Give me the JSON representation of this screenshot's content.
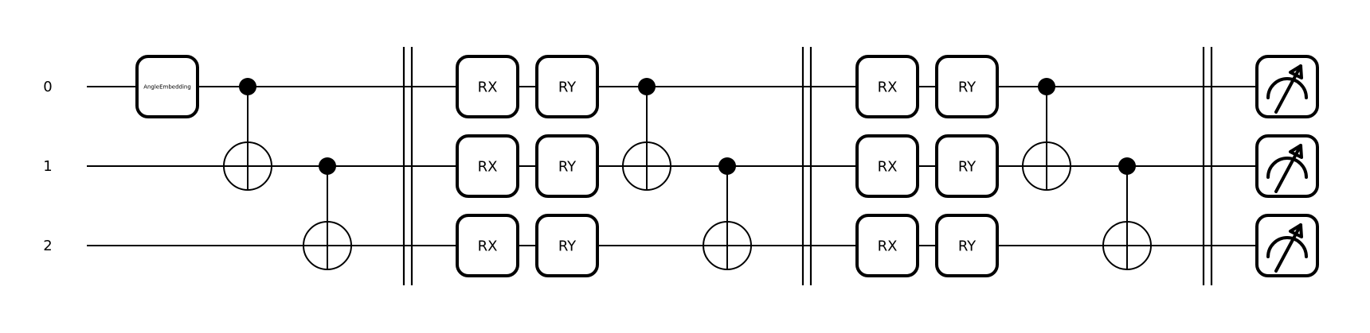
{
  "wires": [
    {
      "label": "0"
    },
    {
      "label": "1"
    },
    {
      "label": "2"
    }
  ],
  "operations": [
    {
      "type": "gate",
      "wire": 0,
      "label": "AngleEmbedding",
      "column": 0
    },
    {
      "type": "cnot",
      "control": 0,
      "target": 1,
      "column": 1
    },
    {
      "type": "cnot",
      "control": 1,
      "target": 2,
      "column": 2
    },
    {
      "type": "barrier",
      "column": 3
    },
    {
      "type": "gate",
      "wire": 0,
      "label": "RX",
      "column": 4
    },
    {
      "type": "gate",
      "wire": 1,
      "label": "RX",
      "column": 4
    },
    {
      "type": "gate",
      "wire": 2,
      "label": "RX",
      "column": 4
    },
    {
      "type": "gate",
      "wire": 0,
      "label": "RY",
      "column": 5
    },
    {
      "type": "gate",
      "wire": 1,
      "label": "RY",
      "column": 5
    },
    {
      "type": "gate",
      "wire": 2,
      "label": "RY",
      "column": 5
    },
    {
      "type": "cnot",
      "control": 0,
      "target": 1,
      "column": 6
    },
    {
      "type": "cnot",
      "control": 1,
      "target": 2,
      "column": 7
    },
    {
      "type": "barrier",
      "column": 8
    },
    {
      "type": "gate",
      "wire": 0,
      "label": "RX",
      "column": 9
    },
    {
      "type": "gate",
      "wire": 1,
      "label": "RX",
      "column": 9
    },
    {
      "type": "gate",
      "wire": 2,
      "label": "RX",
      "column": 9
    },
    {
      "type": "gate",
      "wire": 0,
      "label": "RY",
      "column": 10
    },
    {
      "type": "gate",
      "wire": 1,
      "label": "RY",
      "column": 10
    },
    {
      "type": "gate",
      "wire": 2,
      "label": "RY",
      "column": 10
    },
    {
      "type": "cnot",
      "control": 0,
      "target": 1,
      "column": 11
    },
    {
      "type": "cnot",
      "control": 1,
      "target": 2,
      "column": 12
    },
    {
      "type": "barrier",
      "column": 13
    },
    {
      "type": "measure",
      "wire": 0,
      "column": 14
    },
    {
      "type": "measure",
      "wire": 1,
      "column": 14
    },
    {
      "type": "measure",
      "wire": 2,
      "column": 14
    }
  ]
}
